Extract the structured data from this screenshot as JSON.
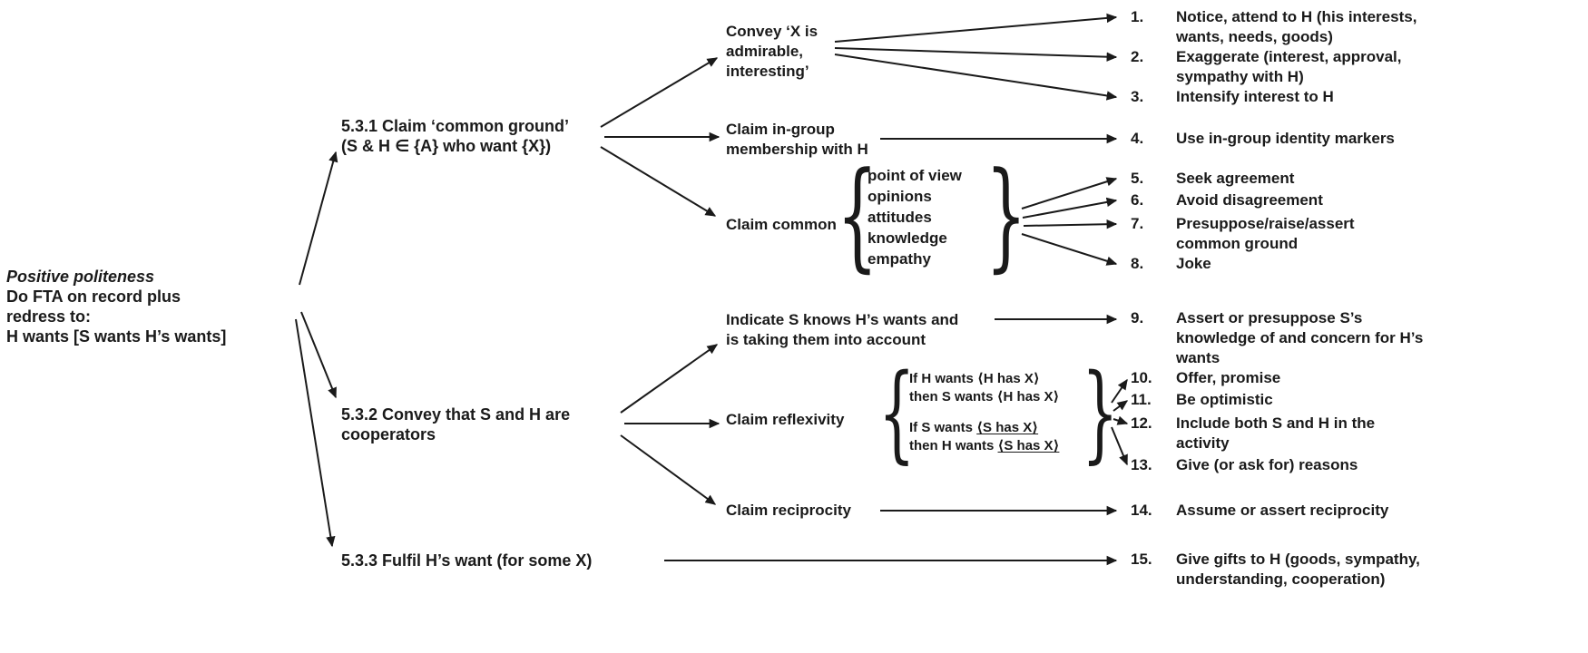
{
  "colors": {
    "ink": "#1a1a1a",
    "background": "#ffffff"
  },
  "glyphs": {
    "lbrace": "{",
    "rbrace": "}"
  },
  "root": {
    "title": "Positive politeness",
    "lines": [
      "Do FTA on record plus",
      "redress to:",
      "H wants [S wants H’s wants]"
    ]
  },
  "branches": {
    "b531": {
      "lines": [
        "5.3.1 Claim ‘common ground’",
        "(S & H ∈ {A} who want {X})"
      ]
    },
    "b532": {
      "lines": [
        "5.3.2 Convey that S and H are",
        "cooperators"
      ]
    },
    "b533": {
      "lines": [
        "5.3.3 Fulfil H’s want (for some X)"
      ]
    }
  },
  "nodes": {
    "convey": {
      "lines": [
        "Convey ‘X is",
        "admirable,",
        "interesting’"
      ]
    },
    "ingroup": {
      "lines": [
        "Claim in-group",
        "membership with H"
      ]
    },
    "claim_common": {
      "label": "Claim common",
      "list": [
        "point of view",
        "opinions",
        "attitudes",
        "knowledge",
        "empathy"
      ]
    },
    "indicate": {
      "lines": [
        "Indicate S knows H’s wants and",
        "is taking them into account"
      ]
    },
    "reflexivity": {
      "label": "Claim reflexivity",
      "box": {
        "l1": "If H wants ⟨H has X⟩",
        "l2": "then S wants ⟨H has X⟩",
        "l3_pre": "If S wants ",
        "l3_u": "⟨S has X⟩",
        "l4_pre": "then H wants ",
        "l4_u": "⟨S has X⟩"
      }
    },
    "reciprocity": {
      "label": "Claim reciprocity"
    }
  },
  "items": [
    {
      "num": "1.",
      "text": "Notice, attend to H (his interests, wants, needs, goods)"
    },
    {
      "num": "2.",
      "text": "Exaggerate (interest, approval, sympathy with H)"
    },
    {
      "num": "3.",
      "text": "Intensify interest to H"
    },
    {
      "num": "4.",
      "text": "Use in-group identity markers"
    },
    {
      "num": "5.",
      "text": "Seek agreement"
    },
    {
      "num": "6.",
      "text": "Avoid disagreement"
    },
    {
      "num": "7.",
      "text": "Presuppose/raise/assert common ground"
    },
    {
      "num": "8.",
      "text": "Joke"
    },
    {
      "num": "9.",
      "text": "Assert or presuppose S’s knowledge of and concern for H’s wants"
    },
    {
      "num": "10.",
      "text": "Offer, promise"
    },
    {
      "num": "11.",
      "text": "Be optimistic"
    },
    {
      "num": "12.",
      "text": "Include both S and H in the activity"
    },
    {
      "num": "13.",
      "text": "Give (or ask for) reasons"
    },
    {
      "num": "14.",
      "text": "Assume or assert reciprocity"
    },
    {
      "num": "15.",
      "text": "Give gifts to H (goods, sympathy, understanding, cooperation)"
    }
  ]
}
